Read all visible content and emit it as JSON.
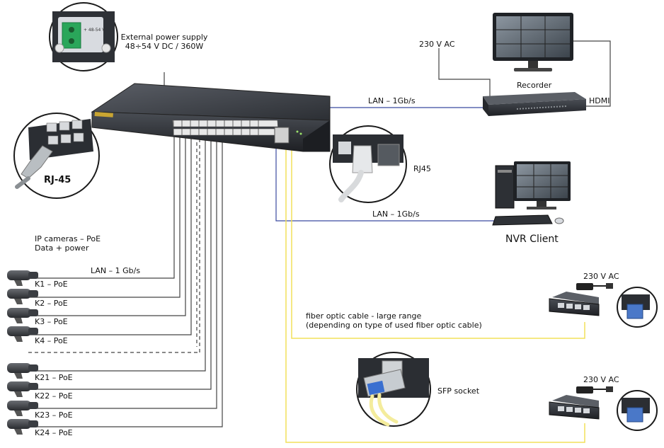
{
  "labels": {
    "power_supply_line1": "External power supply",
    "power_supply_line2": "48÷54 V DC / 360W",
    "rj45_badge": "RJ-45",
    "rj45_zoom": "RJ45",
    "recorder_ac": "230 V AC",
    "recorder": "Recorder",
    "hdmi": "HDMI",
    "lan_recorder": "LAN – 1Gb/s",
    "lan_nvr": "LAN – 1Gb/s",
    "nvr_client": "NVR Client",
    "ip_cameras_line1": "IP cameras – PoE",
    "ip_cameras_line2": "Data + power",
    "lan_cameras": "LAN – 1 Gb/s",
    "fiber_line1": "fiber optic cable - large range",
    "fiber_line2": "(depending on type of used fiber optic cable)",
    "sfp_socket": "SFP socket",
    "switch1_ac": "230 V AC",
    "switch2_ac": "230 V AC"
  },
  "cameras": [
    {
      "label": "K1 – PoE"
    },
    {
      "label": "K2 – PoE"
    },
    {
      "label": "K3 – PoE"
    },
    {
      "label": "K4 – PoE"
    },
    {
      "label": "K21 – PoE"
    },
    {
      "label": "K22 – PoE"
    },
    {
      "label": "K23 – PoE"
    },
    {
      "label": "K24 – PoE"
    }
  ],
  "colors": {
    "lan_line": "#3b4aa0",
    "fiber_line": "#f2e05a",
    "cable_line": "#444444",
    "device_dark": "#2b2e33",
    "terminal_green": "#2aa65a"
  }
}
